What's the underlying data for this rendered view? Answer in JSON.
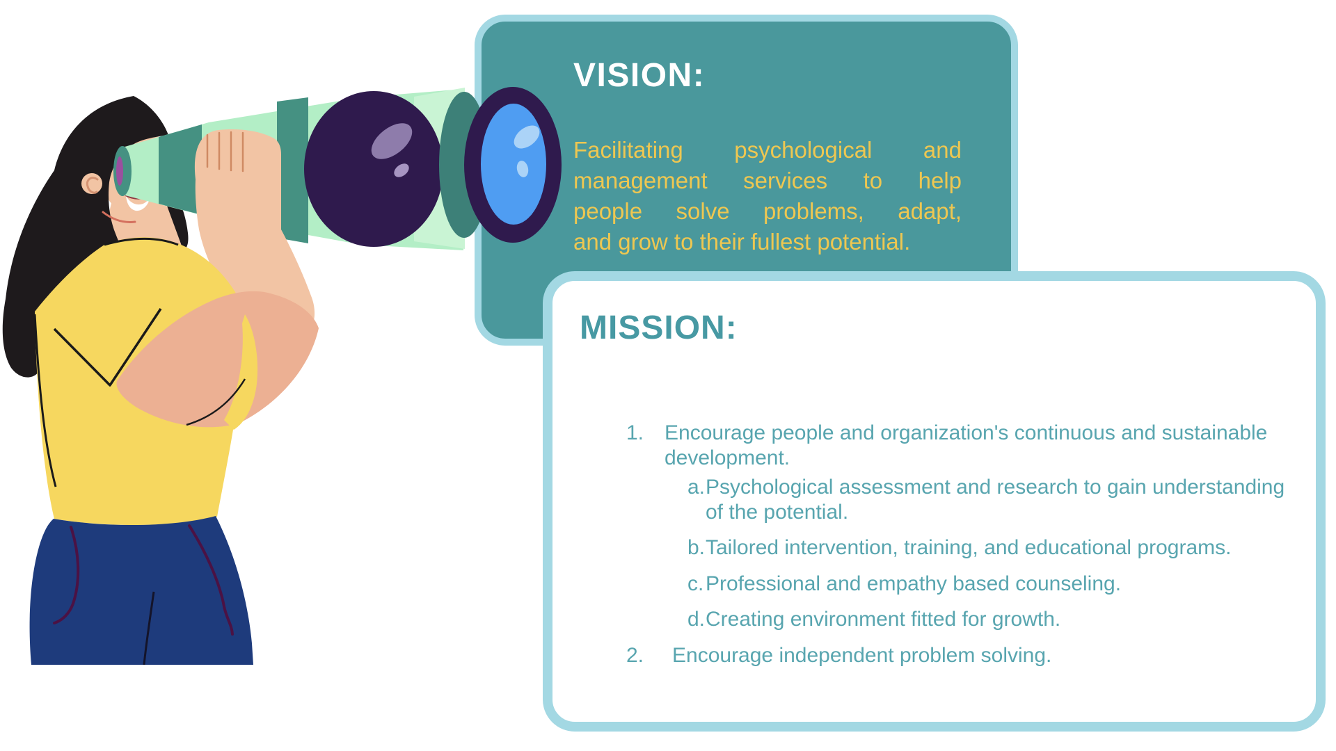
{
  "vision_card": {
    "title": "VISION:",
    "body": "Facilitating psychological and management services to help people solve problems, adapt, and grow to their fullest potential.",
    "body_lines": [
      "Facilitating psychological and",
      "management services to help",
      "people solve problems, adapt,",
      "and grow to their fullest potential."
    ],
    "background_color": "#4a989c",
    "border_color": "#a3d8e3",
    "title_color": "#ffffff",
    "body_color": "#eec751"
  },
  "mission_card": {
    "title": "MISSION:",
    "title_color": "#4799a3",
    "text_color": "#58a5af",
    "border_color": "#a3d8e3",
    "items": [
      {
        "number": "1.",
        "text": "Encourage people and organization's continuous and sustainable development.",
        "lines": [
          "Encourage people and organization's continuous and sustainable",
          "development."
        ],
        "subitems": [
          {
            "letter": "a.",
            "text": "Psychological assessment and research to gain understanding of the potential.",
            "lines": [
              "Psychological assessment and research to gain understanding",
              "of the potential."
            ]
          },
          {
            "letter": "b.",
            "text": "Tailored intervention, training, and educational programs.",
            "lines": [
              "Tailored intervention, training, and educational programs."
            ]
          },
          {
            "letter": "c.",
            "text": "Professional and empathy based counseling.",
            "lines": [
              "Professional and empathy based counseling."
            ]
          },
          {
            "letter": "d.",
            "text": "Creating environment fitted for growth.",
            "lines": [
              "Creating environment fitted for growth."
            ]
          }
        ]
      },
      {
        "number": "2.",
        "text": "Encourage independent problem solving.",
        "lines": [
          "Encourage independent problem solving."
        ]
      }
    ]
  },
  "illustration": {
    "name": "woman-looking-through-binoculars",
    "palette": {
      "hair": "#1e1a1c",
      "skin": "#f2c4a4",
      "skin_shadow": "#ecb093",
      "shirt_yellow": "#f6d75f",
      "pants_navy": "#1e3b7c",
      "pocket_line": "#4b1244",
      "binocular_mint": "#b3eec6",
      "binocular_mint_light": "#c9f4d4",
      "binocular_teal": "#459182",
      "binocular_dark_teal": "#3d8078",
      "binocular_purple": "#2f1a4d",
      "purple_highlight": "#8e7cab",
      "lens_blue": "#4f9df2",
      "lens_highlight": "#abd3f7"
    }
  }
}
